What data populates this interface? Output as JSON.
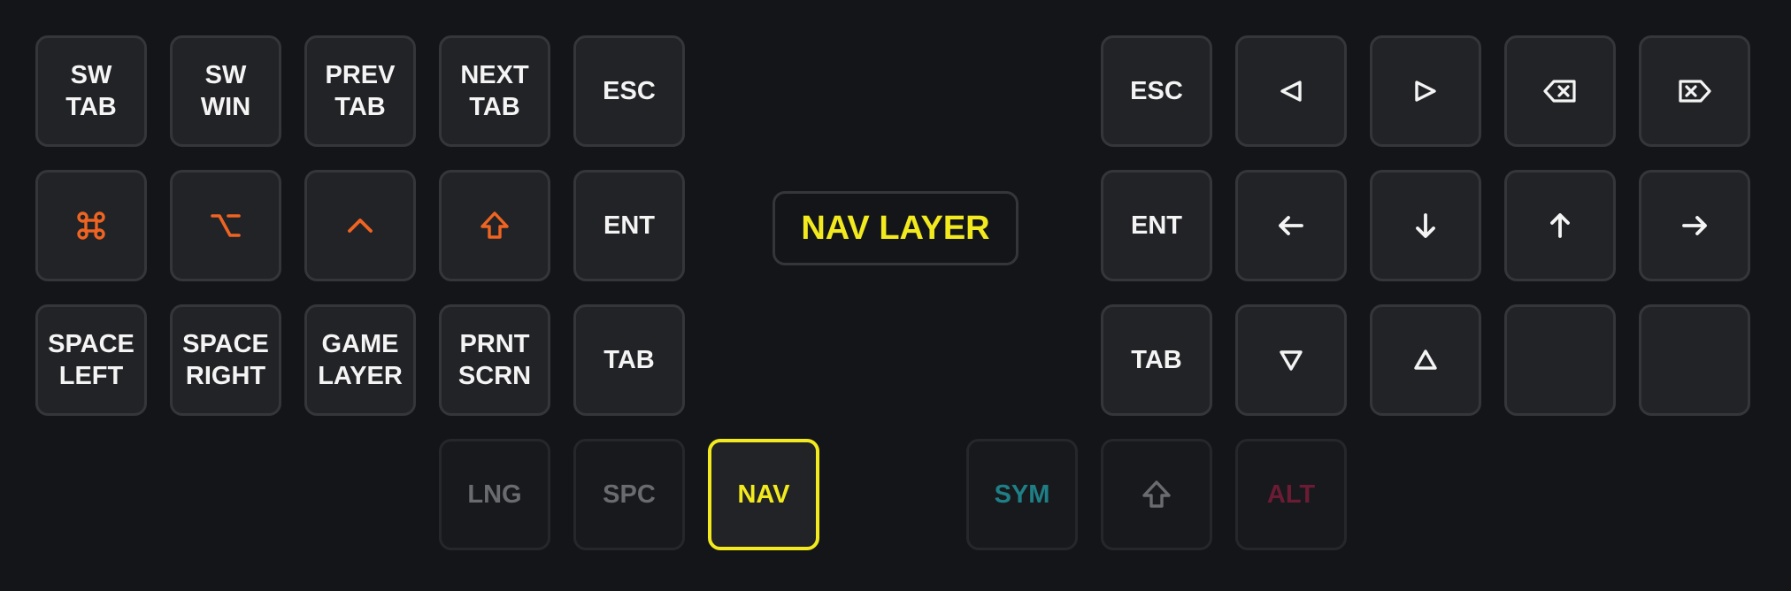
{
  "layer_title": "NAV LAYER",
  "colors": {
    "background": "#131519",
    "key_bg": "#222326",
    "key_border": "#34363a",
    "text": "#f4f4f4",
    "modifier": "#ee6422",
    "active": "#f2ea1e",
    "thumb_sym": "#1f7f86",
    "thumb_alt": "#6b1c34",
    "thumb_dim_text": "#6a6b6e"
  },
  "left": {
    "row1": [
      {
        "l1": "SW",
        "l2": "TAB"
      },
      {
        "l1": "SW",
        "l2": "WIN"
      },
      {
        "l1": "PREV",
        "l2": "TAB"
      },
      {
        "l1": "NEXT",
        "l2": "TAB"
      },
      {
        "l1": "ESC"
      }
    ],
    "row2": [
      {
        "icon": "command-icon"
      },
      {
        "icon": "option-icon"
      },
      {
        "icon": "control-icon"
      },
      {
        "icon": "shift-icon"
      },
      {
        "l1": "ENT"
      }
    ],
    "row3": [
      {
        "l1": "SPACE",
        "l2": "LEFT"
      },
      {
        "l1": "SPACE",
        "l2": "RIGHT"
      },
      {
        "l1": "GAME",
        "l2": "LAYER"
      },
      {
        "l1": "PRNT",
        "l2": "SCRN"
      },
      {
        "l1": "TAB"
      }
    ]
  },
  "right": {
    "row1": [
      {
        "l1": "ESC"
      },
      {
        "icon": "triangle-left-icon"
      },
      {
        "icon": "triangle-right-icon"
      },
      {
        "icon": "backspace-icon"
      },
      {
        "icon": "delete-forward-icon"
      }
    ],
    "row2": [
      {
        "l1": "ENT"
      },
      {
        "icon": "arrow-left-icon"
      },
      {
        "icon": "arrow-down-icon"
      },
      {
        "icon": "arrow-up-icon"
      },
      {
        "icon": "arrow-right-icon"
      }
    ],
    "row3": [
      {
        "l1": "TAB"
      },
      {
        "icon": "triangle-down-icon"
      },
      {
        "icon": "triangle-up-icon"
      },
      {
        "l1": ""
      },
      {
        "l1": ""
      }
    ]
  },
  "thumbs": {
    "left": [
      "LNG",
      "SPC",
      "NAV"
    ],
    "right": [
      "SYM",
      "",
      "ALT"
    ],
    "right_middle_icon": "shift-icon",
    "active": "NAV"
  }
}
